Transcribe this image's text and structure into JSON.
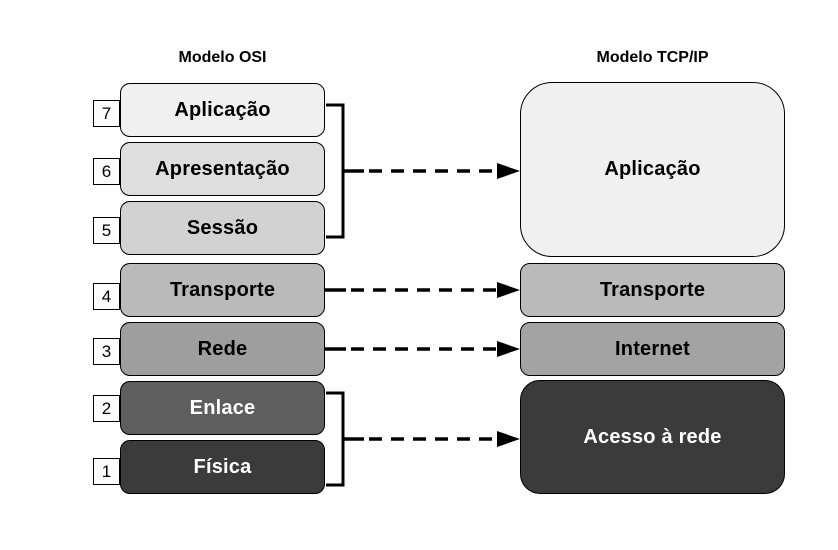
{
  "osi": {
    "title": "Modelo OSI",
    "layers": [
      {
        "num": "7",
        "label": "Aplicação",
        "bg": "#f0f0f0",
        "fg": "#000000"
      },
      {
        "num": "6",
        "label": "Apresentação",
        "bg": "#dedede",
        "fg": "#000000"
      },
      {
        "num": "5",
        "label": "Sessão",
        "bg": "#d2d2d2",
        "fg": "#000000"
      },
      {
        "num": "4",
        "label": "Transporte",
        "bg": "#bababa",
        "fg": "#000000"
      },
      {
        "num": "3",
        "label": "Rede",
        "bg": "#9e9e9e",
        "fg": "#000000"
      },
      {
        "num": "2",
        "label": "Enlace",
        "bg": "#5e5e5e",
        "fg": "#ffffff"
      },
      {
        "num": "1",
        "label": "Física",
        "bg": "#3b3b3b",
        "fg": "#ffffff"
      }
    ]
  },
  "tcpip": {
    "title": "Modelo TCP/IP",
    "layers": [
      {
        "label": "Aplicação",
        "bg": "#f0f0f0",
        "fg": "#000000"
      },
      {
        "label": "Transporte",
        "bg": "#bababa",
        "fg": "#000000"
      },
      {
        "label": "Internet",
        "bg": "#a3a3a3",
        "fg": "#000000"
      },
      {
        "label": "Acesso à rede",
        "bg": "#3b3b3b",
        "fg": "#ffffff"
      }
    ]
  },
  "connections": {
    "line_color": "#000000",
    "items": [
      {
        "from": "Aplicação, Apresentação, Sessão",
        "to": "Aplicação"
      },
      {
        "from": "Transporte",
        "to": "Transporte"
      },
      {
        "from": "Rede",
        "to": "Internet"
      },
      {
        "from": "Enlace, Física",
        "to": "Acesso à rede"
      }
    ]
  }
}
